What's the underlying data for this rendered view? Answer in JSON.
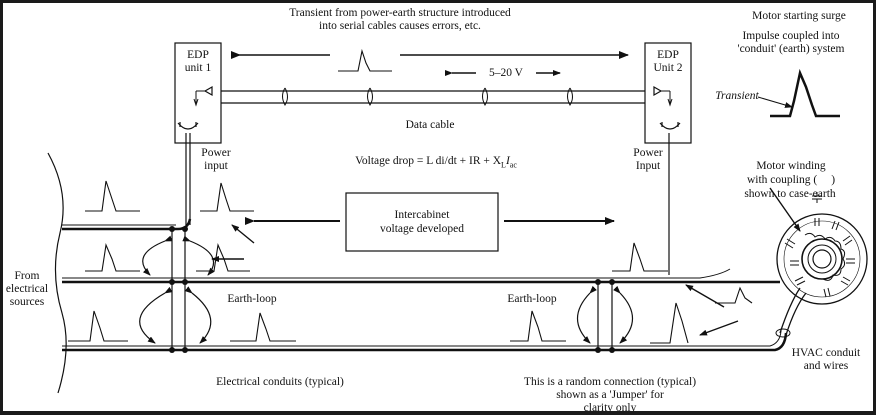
{
  "labels": {
    "transient_intro_1": "Transient from power-earth structure introduced",
    "transient_intro_2": "into serial cables causes errors, etc.",
    "motor_surge": "Motor starting surge",
    "impulse_1": "Impulse coupled into",
    "impulse_2": "'conduit' (earth) system",
    "transient": "Transient",
    "edp1_1": "EDP",
    "edp1_2": "unit 1",
    "edp2_1": "EDP",
    "edp2_2": "Unit 2",
    "voltage_range": "5–20 V",
    "data_cable": "Data cable",
    "power_input_1a": "Power",
    "power_input_1b": "input",
    "power_input_2a": "Power",
    "power_input_2b": "Input",
    "voltage_drop": "Voltage drop = L di/dt + IR + X",
    "voltage_drop_sub_l": "L",
    "voltage_drop_i": "I",
    "voltage_drop_sub_ac": "ac",
    "intercabinet_1": "Intercabinet",
    "intercabinet_2": "voltage developed",
    "motor_winding_1": "Motor winding",
    "motor_winding_2": "with coupling (",
    "motor_winding_2b": ")",
    "motor_winding_3": "shown to case-earth",
    "from_sources_1": "From",
    "from_sources_2": "electrical",
    "from_sources_3": "sources",
    "earth_loop_left": "Earth-loop",
    "earth_loop_right": "Earth-loop",
    "hvac_1": "HVAC conduit",
    "hvac_2": "and wires",
    "electrical_conduits": "Electrical conduits (typical)",
    "jumper_1": "This is a random connection (typical)",
    "jumper_2": "shown as a 'Jumper' for",
    "jumper_3": "clarity only"
  }
}
